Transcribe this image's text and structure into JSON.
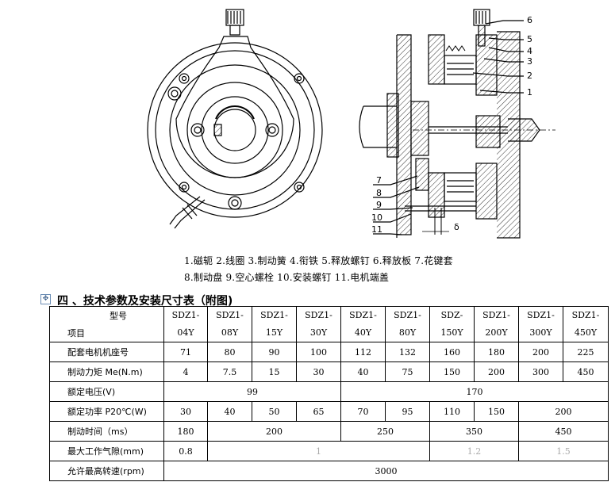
{
  "figure": {
    "callouts_right": [
      "6",
      "5",
      "4",
      "3",
      "2",
      "1"
    ],
    "callouts_left": [
      "7",
      "8",
      "9",
      "10",
      "11"
    ],
    "gap_symbol": "δ"
  },
  "caption": {
    "line1": "1.磁轭 2.线圈 3.制动簧 4.衔铁 5.释放螺钉 6.释放板 7.花键套",
    "line2": "8.制动盘 9.空心螺栓 10.安装螺钉 11.电机端盖"
  },
  "section_title": "四 、技术参数及安装尺寸表（附图)",
  "move_handle_icon": "✥",
  "table": {
    "corner_top": "型号",
    "corner_bottom": "项目",
    "models": [
      [
        "SDZ1-",
        "04Y"
      ],
      [
        "SDZ1-",
        "08Y"
      ],
      [
        "SDZ1-",
        "15Y"
      ],
      [
        "SDZ1-",
        "30Y"
      ],
      [
        "SDZ1-",
        "40Y"
      ],
      [
        "SDZ1-",
        "80Y"
      ],
      [
        "SDZ-",
        "150Y"
      ],
      [
        "SDZ1-",
        "200Y"
      ],
      [
        "SDZ1-",
        "300Y"
      ],
      [
        "SDZ1-",
        "450Y"
      ]
    ],
    "rows": [
      {
        "label": "配套电机机座号",
        "cells": [
          {
            "v": "71",
            "span": 1
          },
          {
            "v": "80",
            "span": 1
          },
          {
            "v": "90",
            "span": 1
          },
          {
            "v": "100",
            "span": 1
          },
          {
            "v": "112",
            "span": 1
          },
          {
            "v": "132",
            "span": 1
          },
          {
            "v": "160",
            "span": 1
          },
          {
            "v": "180",
            "span": 1
          },
          {
            "v": "200",
            "span": 1
          },
          {
            "v": "225",
            "span": 1
          }
        ]
      },
      {
        "label": "制动力矩 Me(N.m)",
        "cells": [
          {
            "v": "4",
            "span": 1
          },
          {
            "v": "7.5",
            "span": 1
          },
          {
            "v": "15",
            "span": 1
          },
          {
            "v": "30",
            "span": 1
          },
          {
            "v": "40",
            "span": 1
          },
          {
            "v": "75",
            "span": 1
          },
          {
            "v": "150",
            "span": 1
          },
          {
            "v": "200",
            "span": 1
          },
          {
            "v": "300",
            "span": 1
          },
          {
            "v": "450",
            "span": 1
          }
        ]
      },
      {
        "label": "额定电压(V)",
        "cells": [
          {
            "v": "99",
            "span": 4
          },
          {
            "v": "170",
            "span": 6
          }
        ]
      },
      {
        "label": "额定功率 P20℃(W)",
        "cells": [
          {
            "v": "30",
            "span": 1
          },
          {
            "v": "40",
            "span": 1
          },
          {
            "v": "50",
            "span": 1
          },
          {
            "v": "65",
            "span": 1
          },
          {
            "v": "70",
            "span": 1
          },
          {
            "v": "95",
            "span": 1
          },
          {
            "v": "110",
            "span": 1
          },
          {
            "v": "150",
            "span": 1
          },
          {
            "v": "200",
            "span": 2
          }
        ]
      },
      {
        "label": "制动时间（ms）",
        "cells": [
          {
            "v": "180",
            "span": 1
          },
          {
            "v": "200",
            "span": 3
          },
          {
            "v": "250",
            "span": 2
          },
          {
            "v": "350",
            "span": 2
          },
          {
            "v": "450",
            "span": 2
          }
        ]
      },
      {
        "label": "最大工作气隙(mm)",
        "cells": [
          {
            "v": "0.8",
            "span": 1
          },
          {
            "v": "1",
            "span": 5,
            "faint": true
          },
          {
            "v": "1.2",
            "span": 2,
            "faint": true
          },
          {
            "v": "1.5",
            "span": 2,
            "faint": true
          }
        ]
      },
      {
        "label": "允许最高转速(rpm)",
        "cells": [
          {
            "v": "3000",
            "span": 10
          }
        ]
      }
    ]
  }
}
